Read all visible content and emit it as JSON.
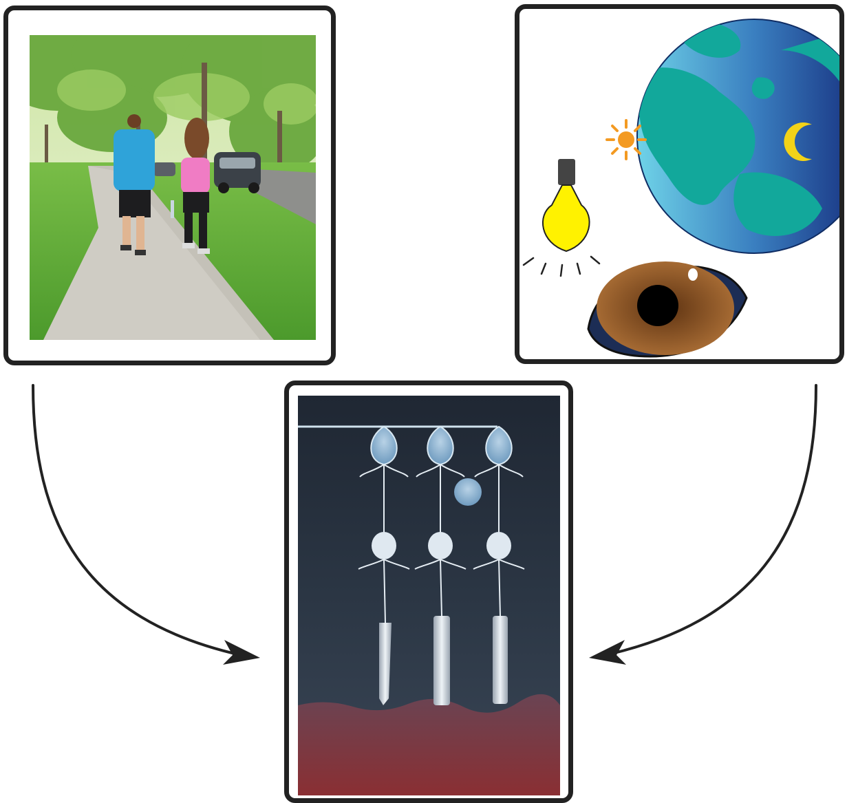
{
  "figure": {
    "panels": [
      {
        "id": "walk",
        "description": "people-walking-outdoors-photo"
      },
      {
        "id": "light",
        "description": "light-sources-earth-sun-moon-bulb-eye"
      },
      {
        "id": "retina",
        "description": "retinal-photoreceptor-cells"
      }
    ],
    "connectors": [
      {
        "from": "walk",
        "to": "retina"
      },
      {
        "from": "light",
        "to": "retina"
      }
    ]
  },
  "colors": {
    "border": "#222222",
    "arrow": "#222222",
    "grass": "#5fae3a",
    "sidewalk": "#cfccc4",
    "shirt_blue": "#2fa3d9",
    "shirt_pink": "#f07cc4",
    "earth_ocean_light": "#6fd3e8",
    "earth_ocean_dark": "#142a7a",
    "land": "#12a89b",
    "sun": "#f39a22",
    "moon": "#f3d318",
    "bulb": "#fff200",
    "iris": "#8a5424",
    "retina_bg": "#2b3644",
    "cell": "#c8dbe8",
    "tissue": "#7e3a45"
  },
  "icons": [
    "sun-icon",
    "moon-icon",
    "light-bulb-icon",
    "eye-icon",
    "earth-icon"
  ]
}
